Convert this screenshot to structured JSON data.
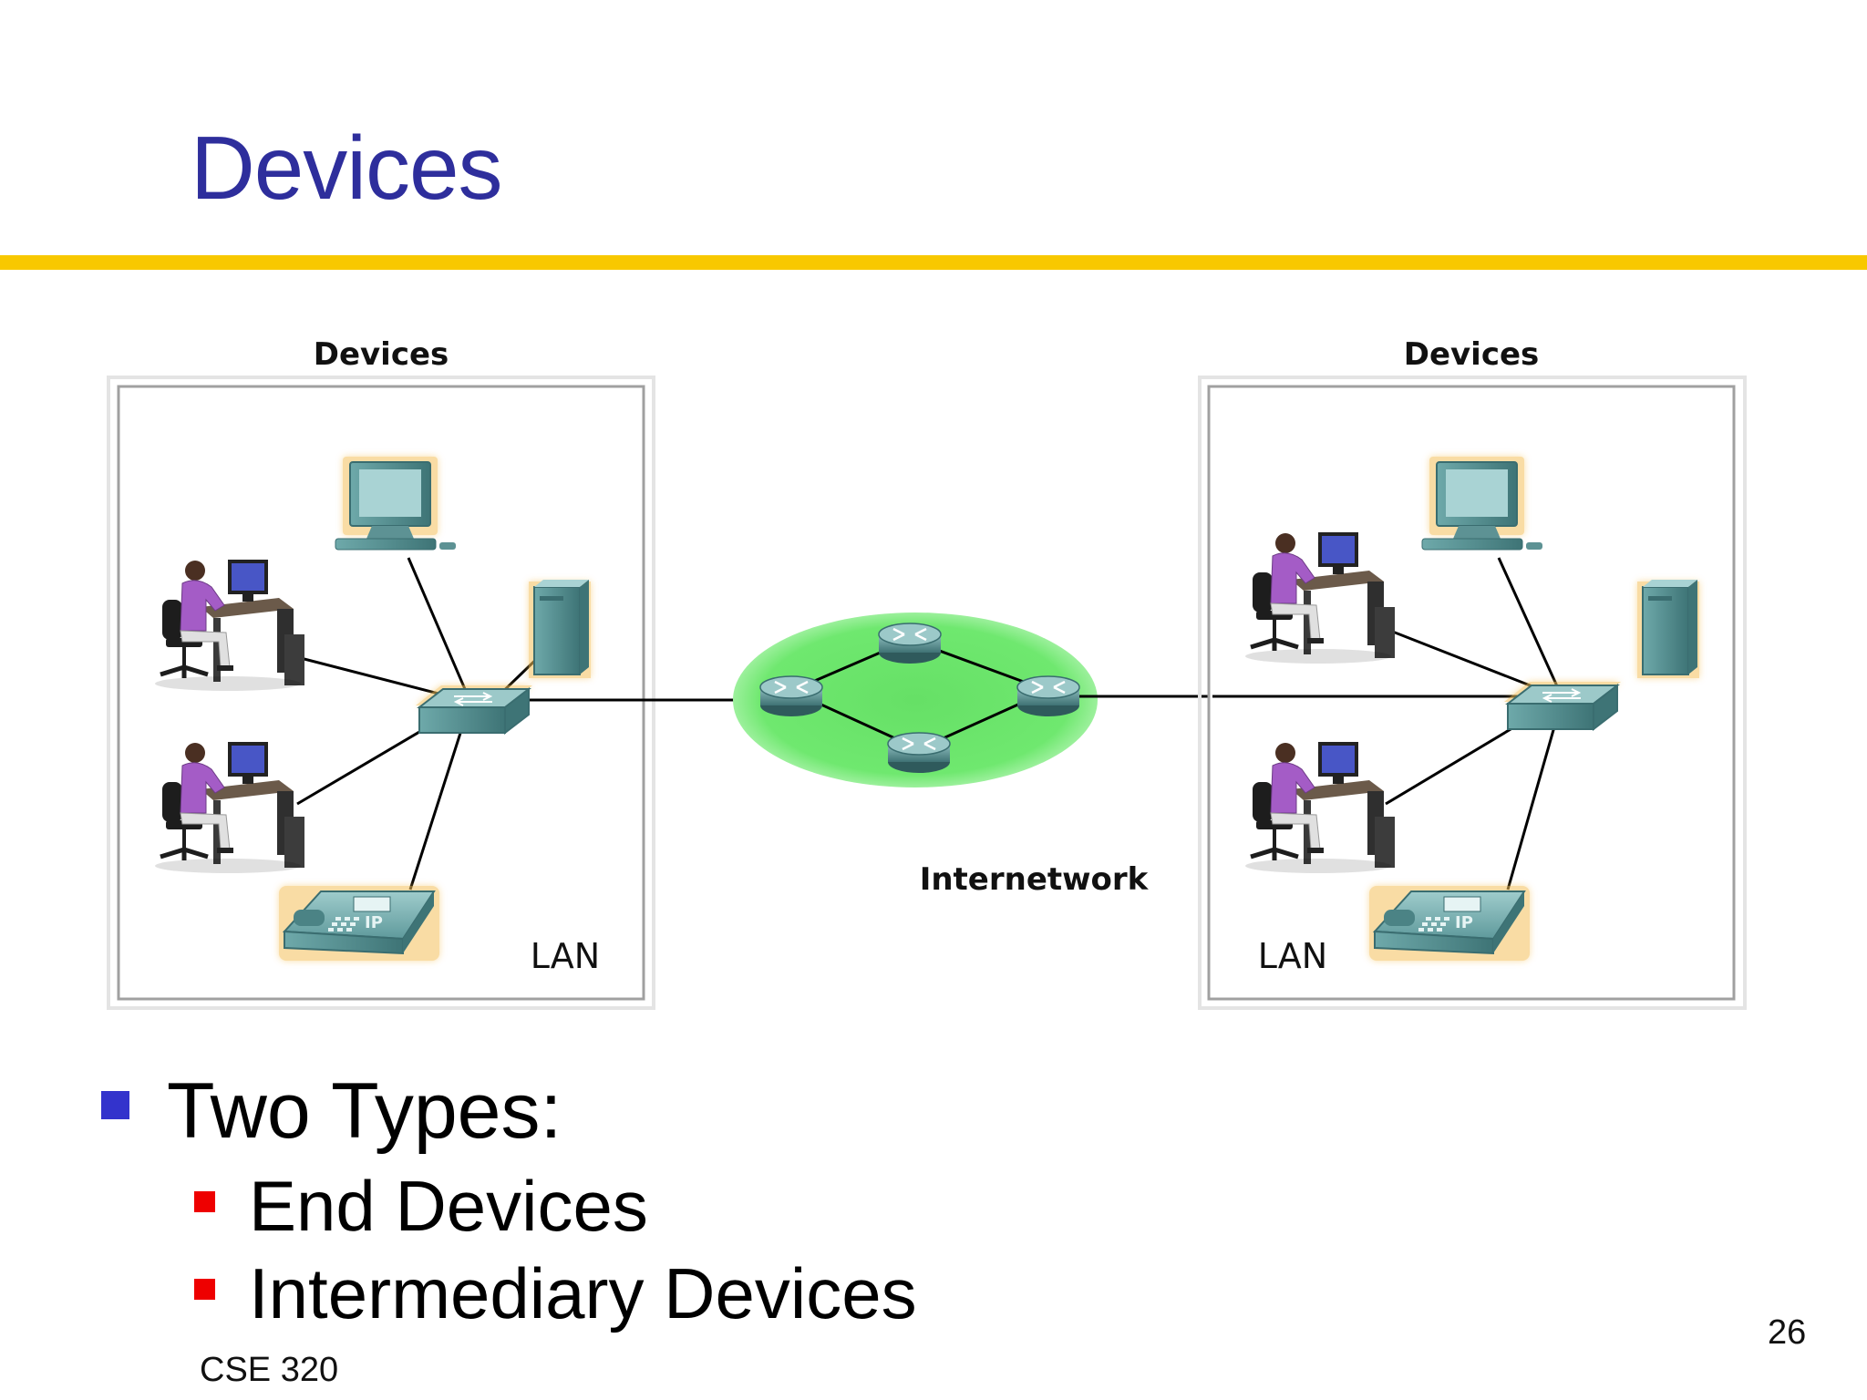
{
  "slide": {
    "title": "Devices",
    "accent_color": "#f8c800",
    "title_color": "#2e2e9c"
  },
  "diagram": {
    "left_group_label": "Devices",
    "right_group_label": "Devices",
    "left_network_label": "LAN",
    "right_network_label": "LAN",
    "center_label": "Internetwork",
    "icons": [
      "desktop-computer",
      "server",
      "switch",
      "ip-phone",
      "user-workstation",
      "router"
    ]
  },
  "bullets": {
    "level1": "Two Types:",
    "level2": [
      "End Devices",
      "Intermediary Devices"
    ]
  },
  "footer": {
    "course": "CSE 320",
    "page_number": "26"
  }
}
